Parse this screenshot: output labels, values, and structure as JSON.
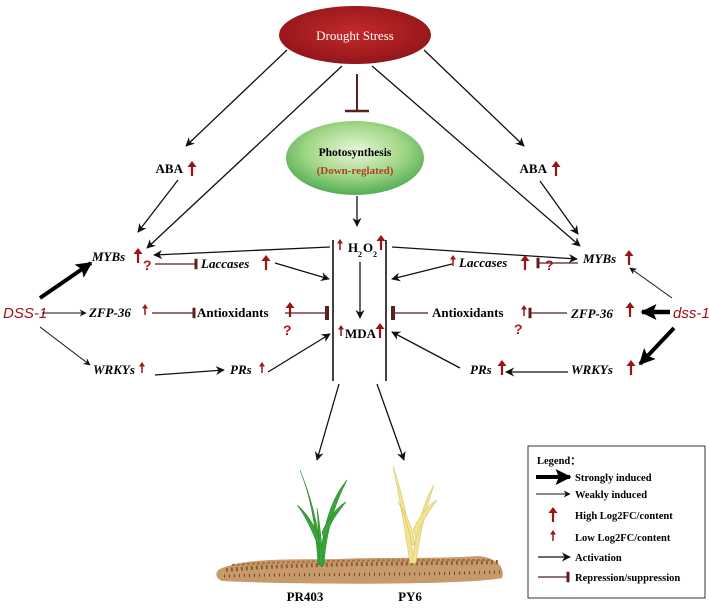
{
  "stress": {
    "label": "Drought Stress"
  },
  "photosynthesis": {
    "title": "Photosynthesis",
    "subtitle": "(Down-reglated)"
  },
  "nodes": {
    "aba_left": "ABA",
    "aba_right": "ABA",
    "h2o2_h": "H",
    "h2o2_sub1": "2",
    "h2o2_o": "O",
    "h2o2_sub2": "2",
    "mda": "MDA",
    "mybs_left": "MYBs",
    "mybs_right": "MYBs",
    "laccases_left": "Laccases",
    "laccases_right": "Laccases",
    "zfp_left": "ZFP-36",
    "zfp_right": "ZFP-36",
    "antiox_left": "Antioxidants",
    "antiox_right": "Antioxidants",
    "wrkys_left": "WRKYs",
    "wrkys_right": "WRKYs",
    "prs_left": "PRs",
    "prs_right": "PRs",
    "dss_left": "DSS-1",
    "dss_right": "dss-1",
    "question": "?"
  },
  "plants": {
    "left": "PR403",
    "right": "PY6"
  },
  "legend": {
    "title": "Legend：",
    "items": [
      {
        "label": "Strongly induced",
        "icon": "thick-arrow-icon"
      },
      {
        "label": "Weakly induced",
        "icon": "thin-arrow-icon"
      },
      {
        "label": "High Log2FC/content",
        "icon": "big-red-up-arrow-icon"
      },
      {
        "label": "Low Log2FC/content",
        "icon": "small-red-up-arrow-icon"
      },
      {
        "label": "Activation",
        "icon": "activation-arrow-icon"
      },
      {
        "label": "Repression/suppression",
        "icon": "repression-bar-icon"
      }
    ]
  },
  "colors": {
    "stress": "#a5181e",
    "photosynthesis": "#5dbb63",
    "red_arrow": "#9b1318",
    "dss_text": "#a30f16",
    "repression": "#5a1f1f",
    "soil": "#b08053",
    "green_plant": "#3aa63a",
    "yellow_plant": "#f0e08a"
  }
}
